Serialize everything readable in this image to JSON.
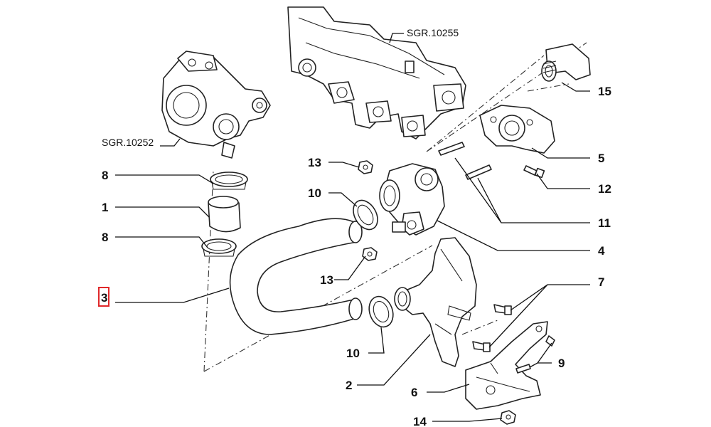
{
  "diagram": {
    "references": {
      "intake_manifold": "SGR.10255",
      "turbocharger": "SGR.10252"
    },
    "callouts": {
      "c1": "1",
      "c2": "2",
      "c3": "3",
      "c4": "4",
      "c5": "5",
      "c6": "6",
      "c7": "7",
      "c8_top": "8",
      "c8_bottom": "8",
      "c9": "9",
      "c10_top": "10",
      "c10_bottom": "10",
      "c11": "11",
      "c12": "12",
      "c13_top": "13",
      "c13_bottom": "13",
      "c14": "14",
      "c15": "15"
    },
    "selected_callout": "3",
    "highlight_color": "#e0282a"
  }
}
